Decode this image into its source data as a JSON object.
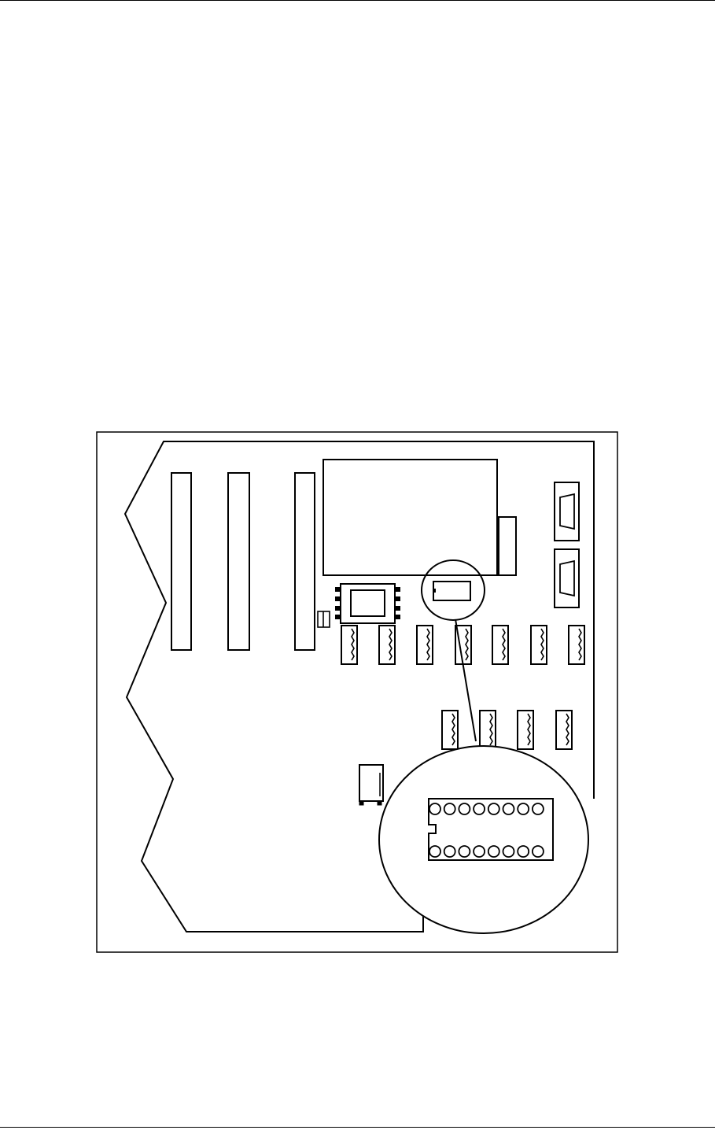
{
  "figure": {
    "subject": "circuit-board-layout",
    "components": {
      "expansion_slots": 3,
      "main_chip": 1,
      "side_header": 1,
      "serial_connectors": 2,
      "relay": 1,
      "small_capacitor": 1,
      "terminal_blocks_upper_row": 7,
      "terminal_blocks_lower_row": 4,
      "small_connector": 1
    },
    "magnified_view": {
      "subject": "dip-socket",
      "pins_per_row": 8,
      "rows": 2
    }
  }
}
